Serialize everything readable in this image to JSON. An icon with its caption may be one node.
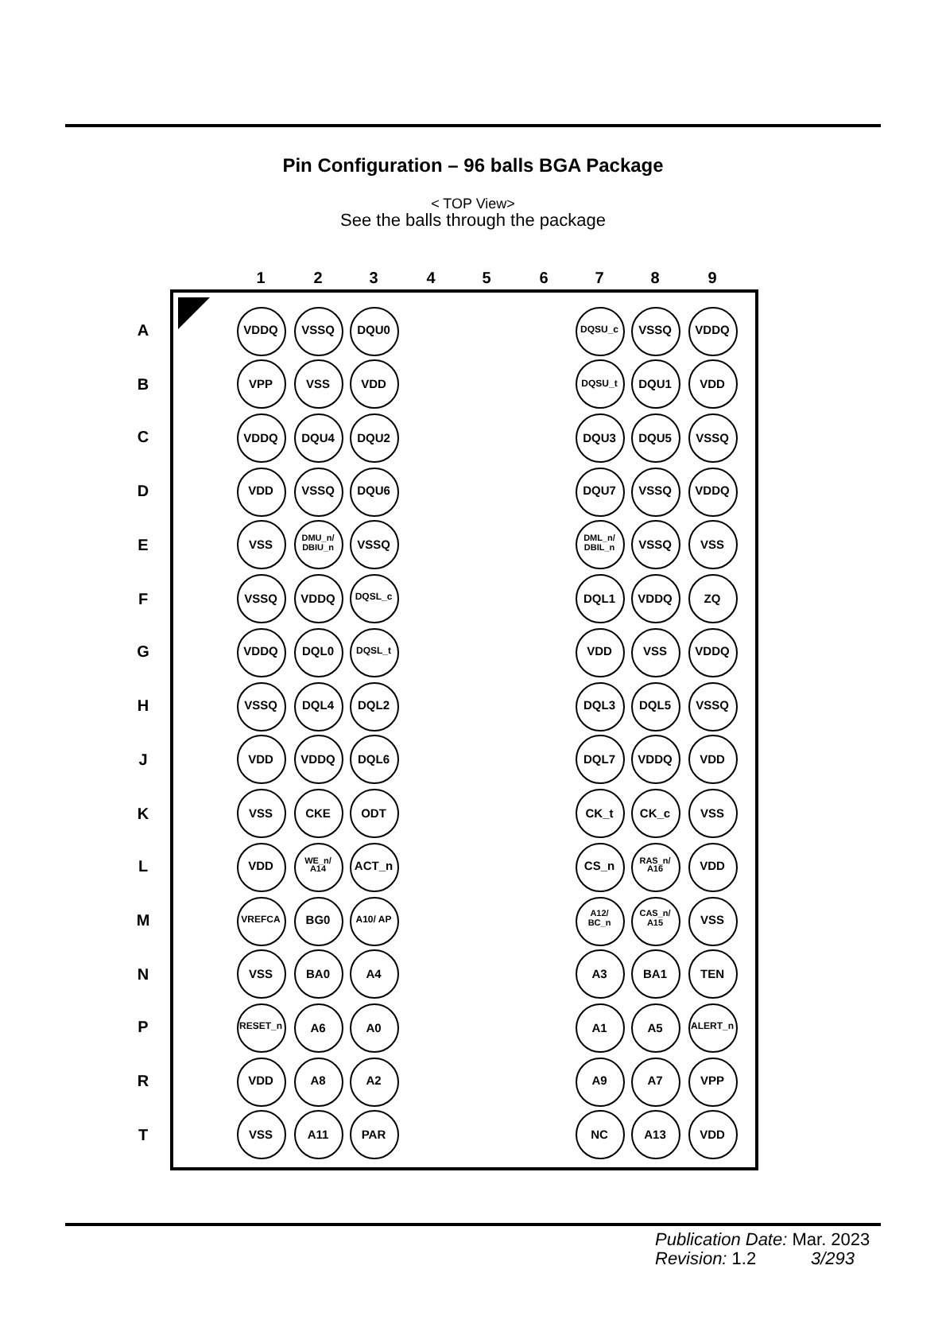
{
  "diagram": {
    "title": "Pin Configuration – 96 balls BGA Package",
    "nodes": [
      {
        "text": [],
        "shape": "box"
      },
      {
        "text": [
          "VDDQ"
        ],
        "in": 0
      },
      {
        "text": [
          "VSSQ"
        ],
        "in": 0
      },
      {
        "text": [
          "DQU0"
        ],
        "in": 0
      },
      {
        "text": [
          "DQSU_c"
        ],
        "in": 0
      },
      {
        "text": [
          "VSSQ"
        ],
        "in": 0
      },
      {
        "text": [
          "VDDQ"
        ],
        "in": 0
      },
      {
        "text": [
          "VPP"
        ],
        "in": 0
      },
      {
        "text": [
          "VSS"
        ],
        "in": 0
      },
      {
        "text": [
          "VDD"
        ],
        "in": 0
      },
      {
        "text": [
          "DQSU_t"
        ],
        "in": 0
      },
      {
        "text": [
          "DQU1"
        ],
        "in": 0
      },
      {
        "text": [
          "VDD"
        ],
        "in": 0
      },
      {
        "text": [
          "VDDQ"
        ],
        "in": 0
      },
      {
        "text": [
          "DQU4"
        ],
        "in": 0
      },
      {
        "text": [
          "DQU2"
        ],
        "in": 0
      },
      {
        "text": [
          "DQU3"
        ],
        "in": 0
      },
      {
        "text": [
          "DQU5"
        ],
        "in": 0
      },
      {
        "text": [
          "VSSQ"
        ],
        "in": 0
      },
      {
        "text": [
          "VDD"
        ],
        "in": 0
      },
      {
        "text": [
          "VSSQ"
        ],
        "in": 0
      },
      {
        "text": [
          "DQU6"
        ],
        "in": 0
      },
      {
        "text": [
          "DQU7"
        ],
        "in": 0
      },
      {
        "text": [
          "VSSQ"
        ],
        "in": 0
      },
      {
        "text": [
          "VDDQ"
        ],
        "in": 0
      },
      {
        "text": [
          "VSS"
        ],
        "in": 0
      },
      {
        "text": [
          "DMU_n/ DBIU_n"
        ],
        "in": 0
      },
      {
        "text": [
          "VSSQ"
        ],
        "in": 0
      },
      {
        "text": [
          "DML_n/ DBIL_n"
        ],
        "in": 0
      },
      {
        "text": [
          "VSSQ"
        ],
        "in": 0
      },
      {
        "text": [
          "VSS"
        ],
        "in": 0
      },
      {
        "text": [
          "VSSQ"
        ],
        "in": 0
      },
      {
        "text": [
          "VDDQ"
        ],
        "in": 0
      },
      {
        "text": [
          "DQSL_c"
        ],
        "in": 0
      },
      {
        "text": [
          "DQL1"
        ],
        "in": 0
      },
      {
        "text": [
          "VDDQ"
        ],
        "in": 0
      },
      {
        "text": [
          "ZQ"
        ],
        "in": 0
      },
      {
        "text": [
          "VDDQ"
        ],
        "in": 0
      },
      {
        "text": [
          "DQL0"
        ],
        "in": 0
      },
      {
        "text": [
          "DQSL_t"
        ],
        "in": 0
      },
      {
        "text": [
          "VDD"
        ],
        "in": 0
      },
      {
        "text": [
          "VSS"
        ],
        "in": 0
      },
      {
        "text": [
          "VDDQ"
        ],
        "in": 0
      },
      {
        "text": [
          "VSSQ"
        ],
        "in": 0
      },
      {
        "text": [
          "DQL4"
        ],
        "in": 0
      },
      {
        "text": [
          "DQL2"
        ],
        "in": 0
      },
      {
        "text": [
          "DQL3"
        ],
        "in": 0
      },
      {
        "text": [
          "DQL5"
        ],
        "in": 0
      },
      {
        "text": [
          "VSSQ"
        ],
        "in": 0
      },
      {
        "text": [
          "VDD"
        ],
        "in": 0
      },
      {
        "text": [
          "VDDQ"
        ],
        "in": 0
      },
      {
        "text": [
          "DQL6"
        ],
        "in": 0
      },
      {
        "text": [
          "DQL7"
        ],
        "in": 0
      },
      {
        "text": [
          "VDDQ"
        ],
        "in": 0
      },
      {
        "text": [
          "VDD"
        ],
        "in": 0
      },
      {
        "text": [
          "VSS"
        ],
        "in": 0
      },
      {
        "text": [
          "CKE"
        ],
        "in": 0
      },
      {
        "text": [
          "ODT"
        ],
        "in": 0
      },
      {
        "text": [
          "CK_t"
        ],
        "in": 0
      },
      {
        "text": [
          "CK_c"
        ],
        "in": 0
      },
      {
        "text": [
          "VSS"
        ],
        "in": 0
      },
      {
        "text": [
          "VDD"
        ],
        "in": 0
      },
      {
        "text": [
          "WE_n/ A14"
        ],
        "in": 0
      },
      {
        "text": [
          "ACT_n"
        ],
        "in": 0
      },
      {
        "text": [
          "CS_n"
        ],
        "in": 0
      },
      {
        "text": [
          "RAS_n/ A16"
        ],
        "in": 0
      },
      {
        "text": [
          "VDD"
        ],
        "in": 0
      },
      {
        "text": [
          "VREFCA"
        ],
        "in": 0
      },
      {
        "text": [
          "BG0"
        ],
        "in": 0
      },
      {
        "text": [
          "A10/ AP"
        ],
        "in": 0
      },
      {
        "text": [
          "A12/ BC_n"
        ],
        "in": 0
      },
      {
        "text": [
          "CAS_n/ A15"
        ],
        "in": 0
      },
      {
        "text": [
          "VSS"
        ],
        "in": 0
      },
      {
        "text": [
          "VSS"
        ],
        "in": 0
      },
      {
        "text": [
          "BA0"
        ],
        "in": 0
      },
      {
        "text": [
          "A4"
        ],
        "in": 0
      },
      {
        "text": [
          "A3"
        ],
        "in": 0
      },
      {
        "text": [
          "BA1"
        ],
        "in": 0
      },
      {
        "text": [
          "TEN"
        ],
        "in": 0
      },
      {
        "text": [
          "RESET_n"
        ],
        "in": 0
      },
      {
        "text": [
          "A6"
        ],
        "in": 0
      },
      {
        "text": [
          "A0"
        ],
        "in": 0
      },
      {
        "text": [
          "A1"
        ],
        "in": 0
      },
      {
        "text": [
          "A5"
        ],
        "in": 0
      },
      {
        "text": [
          "ALERT_n"
        ],
        "in": 0
      },
      {
        "text": [
          "VDD"
        ],
        "in": 0
      },
      {
        "text": [
          "A8"
        ],
        "in": 0
      },
      {
        "text": [
          "A2"
        ],
        "in": 0
      },
      {
        "text": [
          "A9"
        ],
        "in": 0
      },
      {
        "text": [
          "A7"
        ],
        "in": 0
      },
      {
        "text": [
          "VPP"
        ],
        "in": 0
      },
      {
        "text": [
          "VSS"
        ],
        "in": 0
      },
      {
        "text": [
          "A11"
        ],
        "in": 0
      },
      {
        "text": [
          "PAR"
        ],
        "in": 0
      },
      {
        "text": [
          "NC"
        ],
        "in": 0
      },
      {
        "text": [
          "A13"
        ],
        "in": 0
      },
      {
        "text": [
          "VDD"
        ],
        "in": 0
      }
    ],
    "labels": [
      "< TOP View>",
      "See the balls through the package",
      "1",
      "2",
      "3",
      "4",
      "5",
      "6",
      "7",
      "8",
      "9",
      "A",
      "B",
      "C",
      "D",
      "E",
      "F",
      "G",
      "H",
      "J",
      "K",
      "L",
      "M",
      "N",
      "P",
      "R",
      "T",
      "*Publication Date:* Mar. 2023",
      "*Revision:* 1.2",
      "3/293"
    ]
  }
}
